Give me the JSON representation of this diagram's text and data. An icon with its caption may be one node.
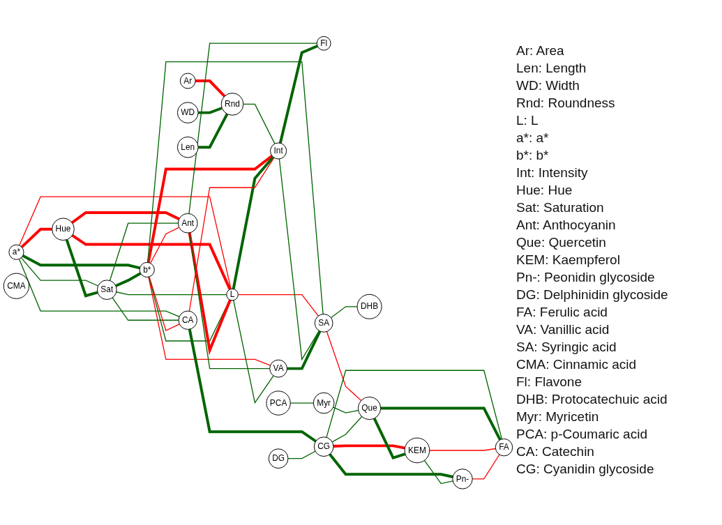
{
  "diagram": {
    "nodes": [
      {
        "text": [
          "a*"
        ]
      },
      {
        "text": [
          "Hue"
        ]
      },
      {
        "text": [
          "Ar"
        ]
      },
      {
        "text": [
          "WD"
        ]
      },
      {
        "text": [
          "Sat"
        ]
      },
      {
        "text": [
          "Rnd"
        ]
      },
      {
        "text": [
          "Len"
        ]
      },
      {
        "text": [
          "Ant"
        ]
      },
      {
        "text": [
          "b*"
        ]
      },
      {
        "text": [
          "L"
        ]
      },
      {
        "text": [
          "Int"
        ]
      },
      {
        "text": [
          "Fl"
        ]
      },
      {
        "text": [
          "CA"
        ]
      },
      {
        "text": [
          "CMA"
        ]
      },
      {
        "text": [
          "VA"
        ]
      },
      {
        "text": [
          "SA"
        ]
      },
      {
        "text": [
          "DG"
        ]
      },
      {
        "text": [
          "PCA"
        ]
      },
      {
        "text": [
          "CG"
        ]
      },
      {
        "text": [
          "DHB"
        ]
      },
      {
        "text": [
          "Que"
        ]
      },
      {
        "text": [
          "Myr"
        ]
      },
      {
        "text": [
          "KEM"
        ]
      },
      {
        "text": [
          "FA"
        ]
      },
      {
        "text": [
          "Pn-"
        ]
      }
    ],
    "edges": [
      {
        "from": 2,
        "to": 5,
        "arrow": "none",
        "style": "thick",
        "color": "#ff0000"
      },
      {
        "from": 3,
        "to": 5,
        "arrow": "none",
        "style": "thick"
      },
      {
        "from": 6,
        "to": 5,
        "arrow": "none",
        "style": "thick"
      },
      {
        "from": 5,
        "to": 10,
        "arrow": "none"
      },
      {
        "from": 0,
        "to": 1,
        "arrow": "none",
        "style": "thick",
        "color": "#ff0000"
      },
      {
        "from": 0,
        "to": 4,
        "arrow": "none"
      },
      {
        "from": 0,
        "to": 9,
        "arrow": "none",
        "color": "#ff0000"
      },
      {
        "from": 0,
        "to": 8,
        "arrow": "none",
        "style": "thick"
      },
      {
        "from": 0,
        "to": 12,
        "arrow": "none"
      },
      {
        "from": 1,
        "to": 4,
        "arrow": "none",
        "style": "thick"
      },
      {
        "from": 1,
        "to": 9,
        "arrow": "none",
        "style": "thick",
        "color": "#ff0000"
      },
      {
        "from": 1,
        "to": 7,
        "arrow": "none",
        "style": "thick",
        "color": "#ff0000"
      },
      {
        "from": 4,
        "to": 7,
        "arrow": "none"
      },
      {
        "from": 4,
        "to": 9,
        "arrow": "none"
      },
      {
        "from": 4,
        "to": 8,
        "arrow": "none",
        "style": "thick"
      },
      {
        "from": 4,
        "to": 12,
        "arrow": "none"
      },
      {
        "from": 8,
        "to": 12,
        "arrow": "none",
        "color": "#ff0000"
      },
      {
        "from": 8,
        "to": 7,
        "arrow": "none",
        "color": "#ff0000"
      },
      {
        "from": 8,
        "to": 9,
        "arrow": "none"
      },
      {
        "from": 8,
        "to": 10,
        "arrow": "none",
        "style": "thick",
        "color": "#ff0000"
      },
      {
        "from": 8,
        "to": 14,
        "arrow": "none",
        "color": "#ff0000"
      },
      {
        "from": 8,
        "to": 15,
        "arrow": "none"
      },
      {
        "from": 7,
        "to": 9,
        "arrow": "none",
        "style": "thick",
        "color": "#ff0000"
      },
      {
        "from": 7,
        "to": 14,
        "arrow": "none"
      },
      {
        "from": 7,
        "to": 11,
        "arrow": "none"
      },
      {
        "from": 9,
        "to": 10,
        "arrow": "none",
        "style": "thick"
      },
      {
        "from": 9,
        "to": 15,
        "arrow": "none",
        "color": "#ff0000"
      },
      {
        "from": 9,
        "to": 14,
        "arrow": "none"
      },
      {
        "from": 10,
        "to": 11,
        "arrow": "none",
        "style": "thick"
      },
      {
        "from": 12,
        "to": 10,
        "arrow": "none",
        "color": "#ff0000"
      },
      {
        "from": 10,
        "to": 15,
        "arrow": "none"
      },
      {
        "from": 14,
        "to": 15,
        "arrow": "none",
        "style": "thick"
      },
      {
        "from": 15,
        "to": 19,
        "arrow": "none"
      },
      {
        "from": 15,
        "to": 20,
        "arrow": "none",
        "color": "#ff0000"
      },
      {
        "from": 12,
        "to": 18,
        "arrow": "none",
        "style": "thick"
      },
      {
        "from": 16,
        "to": 18,
        "arrow": "none"
      },
      {
        "from": 17,
        "to": 21,
        "arrow": "none"
      },
      {
        "from": 21,
        "to": 20,
        "arrow": "none"
      },
      {
        "from": 18,
        "to": 20,
        "arrow": "none"
      },
      {
        "from": 18,
        "to": 23,
        "arrow": "none"
      },
      {
        "from": 18,
        "to": 22,
        "arrow": "none",
        "style": "thick",
        "color": "#ff0000"
      },
      {
        "from": 18,
        "to": 24,
        "arrow": "none",
        "style": "thick"
      },
      {
        "from": 20,
        "to": 22,
        "arrow": "none",
        "style": "thick"
      },
      {
        "from": 20,
        "to": 23,
        "arrow": "none",
        "style": "thick"
      },
      {
        "from": 22,
        "to": 23,
        "arrow": "none",
        "color": "#ff0000"
      },
      {
        "from": 24,
        "to": 23,
        "arrow": "none",
        "color": "#ff0000"
      },
      {
        "from": 22,
        "to": 24,
        "arrow": "none"
      }
    ],
    "labels": [
      "Ar: Area",
      "Len: Length",
      "WD: Width",
      "Rnd: Roundness",
      "L: L",
      "a*: a*",
      "b*: b*",
      "Int: Intensity",
      "Hue: Hue",
      "Sat: Saturation",
      "Ant: Anthocyanin",
      "Que: Quercetin",
      "KEM: Kaempferol",
      "Pn-: Peonidin glycoside",
      "DG: Delphinidin glycoside",
      "FA: Ferulic acid",
      "VA: Vanillic acid",
      "SA: Syringic acid",
      "CMA: Cinnamic acid",
      "Fl: Flavone",
      "DHB: Protocatechuic acid",
      "Myr: Myricetin",
      "PCA: p-Coumaric acid",
      "CA: Catechin",
      "CG: Cyanidin glycoside"
    ]
  }
}
